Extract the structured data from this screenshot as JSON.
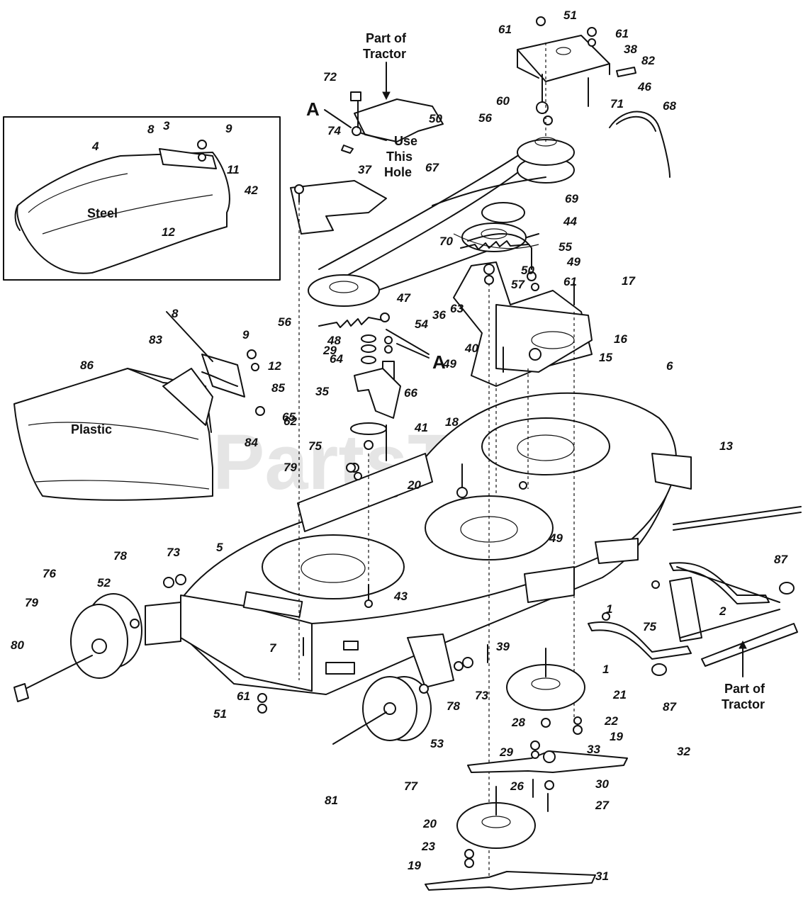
{
  "watermark": "PartsTree",
  "callouts": {
    "part_of_tractor_top": [
      "Part of",
      "Tractor"
    ],
    "use_this_hole": [
      "Use",
      "This",
      "Hole"
    ],
    "part_of_tractor_right": [
      "Part of",
      "Tractor"
    ],
    "letter_a": "A"
  },
  "materials": {
    "steel": "Steel",
    "plastic": "Plastic"
  },
  "part_numbers": [
    "1",
    "1",
    "2",
    "3",
    "4",
    "5",
    "6",
    "7",
    "8",
    "8",
    "9",
    "9",
    "11",
    "12",
    "12",
    "13",
    "15",
    "16",
    "17",
    "18",
    "19",
    "19",
    "20",
    "20",
    "21",
    "22",
    "23",
    "26",
    "27",
    "28",
    "29",
    "29",
    "30",
    "31",
    "32",
    "33",
    "35",
    "36",
    "37",
    "38",
    "39",
    "40",
    "41",
    "42",
    "43",
    "44",
    "46",
    "47",
    "48",
    "49",
    "49",
    "49",
    "50",
    "50",
    "51",
    "51",
    "52",
    "53",
    "54",
    "55",
    "56",
    "56",
    "57",
    "60",
    "61",
    "61",
    "61",
    "61",
    "62",
    "63",
    "64",
    "65",
    "66",
    "67",
    "68",
    "69",
    "70",
    "71",
    "72",
    "73",
    "73",
    "74",
    "75",
    "75",
    "76",
    "77",
    "78",
    "78",
    "79",
    "79",
    "80",
    "81",
    "82",
    "83",
    "84",
    "85",
    "86",
    "87",
    "87"
  ]
}
